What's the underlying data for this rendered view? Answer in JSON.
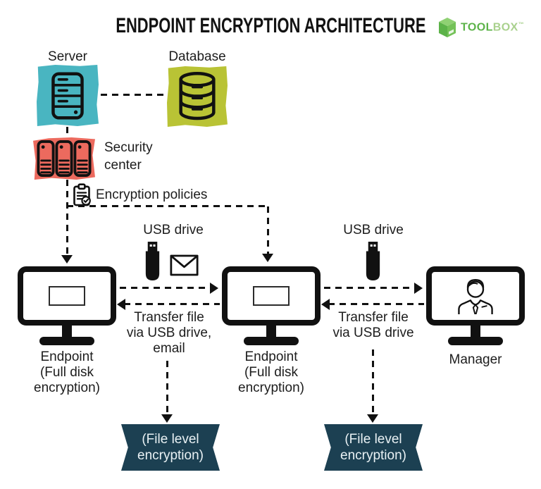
{
  "title": "ENDPOINT ENCRYPTION ARCHITECTURE",
  "logo": {
    "bold": "TOOL",
    "light": "BOX",
    "tm": "™"
  },
  "colors": {
    "server_bg": "#49b5c1",
    "database_bg": "#b9c335",
    "security_bg": "#ec6a5e",
    "banner_bg": "#1c4052",
    "logo_dark_green": "#5cb349",
    "logo_light_green": "#a9d18d"
  },
  "labels": {
    "server": "Server",
    "database": "Database",
    "security_center": "Security\ncenter",
    "encryption_policies": "Encryption policies",
    "usb_left": "USB drive",
    "usb_right": "USB drive",
    "endpoint_left": "Endpoint\n(Full disk\nencryption)",
    "endpoint_middle": "Endpoint\n(Full disk\nencryption)",
    "manager": "Manager",
    "transfer_left": "Transfer file\nvia USB drive,\nemail",
    "transfer_right": "Transfer file\nvia USB drive",
    "banner_left": "(File level\nencryption)",
    "banner_right": "(File level\nencryption)"
  }
}
